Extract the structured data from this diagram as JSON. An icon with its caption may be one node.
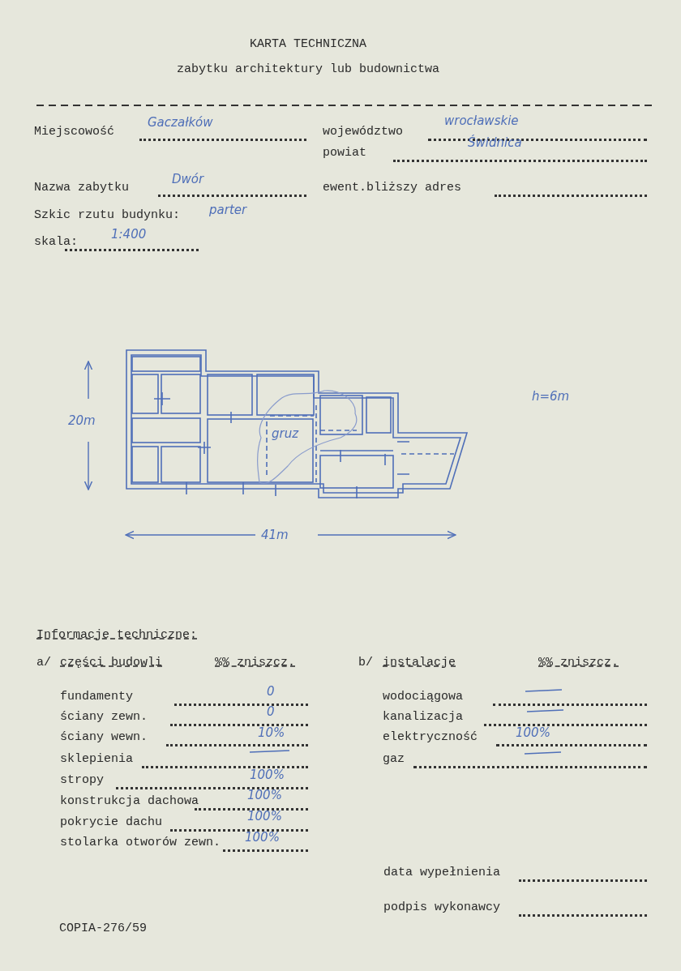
{
  "diagram": {
    "title": "KARTA TECHNICZNA",
    "labels": [
      "zabytku architektury lub budownictwa",
      "Miejscowość",
      "Gaczałków",
      "województwo",
      "wrocławskie",
      "powiat",
      "Świdnica",
      "Nazwa zabytku",
      "Dwór",
      "ewent.bliższy adres",
      "Szkic rzutu budynku:",
      "parter",
      "skala:",
      "1:400",
      "20m",
      "gruz",
      "h=6m",
      "41m",
      "Informacje techniczne:",
      "a/",
      "części budowli",
      "%% zniszcz.",
      "b/",
      "instalacje",
      "%% zniszcz.",
      "fundamenty",
      "0",
      "wodociągowa",
      "ściany zewn.",
      "0",
      "kanalizacja",
      "ściany wewn.",
      "10%",
      "elektryczność",
      "100%",
      "sklepienia",
      "gaz",
      "stropy",
      "100%",
      "konstrukcja dachowa",
      "100%",
      "pokrycie dachu",
      "100%",
      "stolarka otworów zewn.",
      "100%",
      "data wypełnienia",
      "podpis wykonawcy",
      "COPIA-276/59"
    ]
  }
}
